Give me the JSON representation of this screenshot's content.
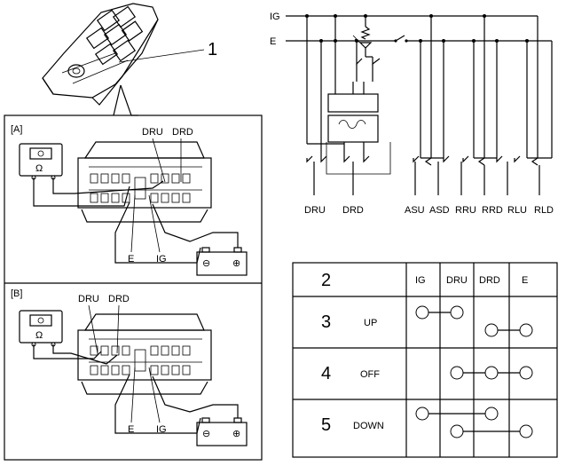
{
  "callout": {
    "number": "1"
  },
  "panel_a": {
    "tag": "[A]",
    "pin_labels": [
      "DRU",
      "DRD"
    ],
    "ground_label": "E",
    "ign_label": "IG",
    "meter_unit": "Ω"
  },
  "panel_b": {
    "tag": "[B]",
    "pin_labels": [
      "DRU",
      "DRD"
    ],
    "ground_label": "E",
    "ign_label": "IG",
    "meter_unit": "Ω"
  },
  "schematic": {
    "ig_label": "IG",
    "e_label": "E",
    "terminals": [
      "DRU",
      "DRD",
      "ASU",
      "ASD",
      "RRU",
      "RRD",
      "RLU",
      "RLD"
    ]
  },
  "table": {
    "header_number": "2",
    "columns": [
      "IG",
      "DRU",
      "DRD",
      "E"
    ],
    "rows": [
      {
        "number": "3",
        "label": "UP"
      },
      {
        "number": "4",
        "label": "OFF"
      },
      {
        "number": "5",
        "label": "DOWN"
      }
    ]
  }
}
